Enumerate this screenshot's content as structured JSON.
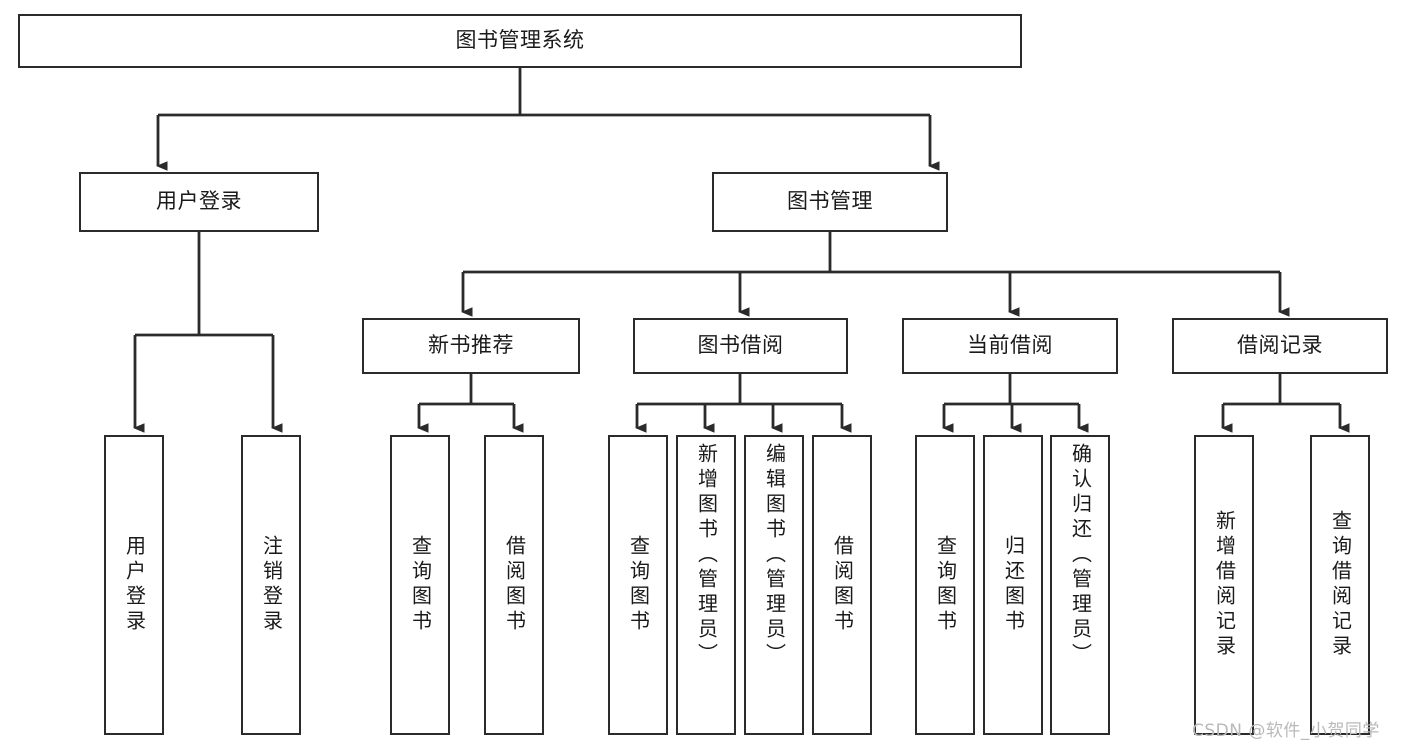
{
  "diagram": {
    "type": "tree-hierarchy-chart",
    "title": "图书管理系统",
    "root": {
      "id": "root",
      "label": "图书管理系统",
      "orientation": "horizontal"
    },
    "level1": [
      {
        "id": "user-login",
        "label": "用户登录",
        "orientation": "horizontal"
      },
      {
        "id": "book-management",
        "label": "图书管理",
        "orientation": "horizontal"
      }
    ],
    "level2": [
      {
        "id": "new-book-recommend",
        "label": "新书推荐",
        "orientation": "horizontal"
      },
      {
        "id": "book-borrow",
        "label": "图书借阅",
        "orientation": "horizontal"
      },
      {
        "id": "current-borrow",
        "label": "当前借阅",
        "orientation": "horizontal"
      },
      {
        "id": "borrow-record",
        "label": "借阅记录",
        "orientation": "horizontal"
      }
    ],
    "leaves": [
      {
        "id": "leaf-user-login",
        "parent": "user-login",
        "label": "用户登录",
        "orientation": "vertical"
      },
      {
        "id": "leaf-user-logout",
        "parent": "user-login",
        "label": "注销登录",
        "orientation": "vertical"
      },
      {
        "id": "leaf-query-book-1",
        "parent": "new-book-recommend",
        "label": "查询图书",
        "orientation": "vertical"
      },
      {
        "id": "leaf-borrow-book-1",
        "parent": "new-book-recommend",
        "label": "借阅图书",
        "orientation": "vertical"
      },
      {
        "id": "leaf-query-book-2",
        "parent": "book-borrow",
        "label": "查询图书",
        "orientation": "vertical"
      },
      {
        "id": "leaf-add-book",
        "parent": "book-borrow",
        "label": "新增图书（管理员）",
        "orientation": "vertical"
      },
      {
        "id": "leaf-edit-book",
        "parent": "book-borrow",
        "label": "编辑图书（管理员）",
        "orientation": "vertical"
      },
      {
        "id": "leaf-borrow-book-2",
        "parent": "book-borrow",
        "label": "借阅图书",
        "orientation": "vertical"
      },
      {
        "id": "leaf-query-book-3",
        "parent": "current-borrow",
        "label": "查询图书",
        "orientation": "vertical"
      },
      {
        "id": "leaf-return-book",
        "parent": "current-borrow",
        "label": "归还图书",
        "orientation": "vertical"
      },
      {
        "id": "leaf-confirm-return",
        "parent": "current-borrow",
        "label": "确认归还（管理员）",
        "orientation": "vertical"
      },
      {
        "id": "leaf-add-record",
        "parent": "borrow-record",
        "label": "新增借阅记录",
        "orientation": "vertical"
      },
      {
        "id": "leaf-query-record",
        "parent": "borrow-record",
        "label": "查询借阅记录",
        "orientation": "vertical"
      }
    ],
    "colors": {
      "stroke": "#2b2b2b",
      "fill": "#ffffff",
      "text": "#1a1a1a",
      "watermark": "#b9b9b9"
    }
  },
  "watermark": {
    "text": "CSDN @软件_小贺同学"
  }
}
